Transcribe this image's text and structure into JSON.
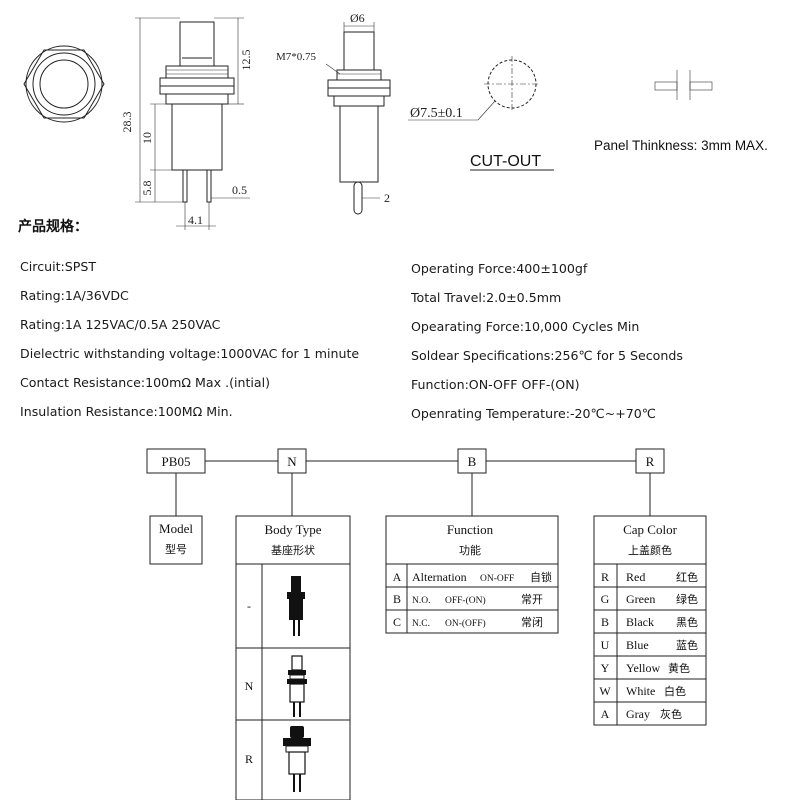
{
  "drawing": {
    "dims_left": {
      "total_height": "28.3",
      "top_height": "12.5",
      "body_height": "10",
      "terminal_height": "5.8",
      "pin_width": "0.5",
      "pin_pitch": "4.1"
    },
    "dims_side": {
      "cap_diameter": "Ø6",
      "thread": "M7*0.75",
      "terminal_width": "2"
    },
    "cutout": {
      "diameter": "Ø7.5±0.1",
      "label": "CUT-OUT"
    },
    "panel_note": "Panel Thinkness: 3mm MAX."
  },
  "specs": {
    "heading": "产品规格：",
    "left": [
      "Circuit:SPST",
      "Rating:1A/36VDC",
      "Rating:1A 125VAC/0.5A 250VAC",
      "Dielectric withstanding voltage:1000VAC for 1 minute",
      "Contact Resistance:100mΩ Max .(intial)",
      "Insulation Resistance:100MΩ Min."
    ],
    "right": [
      "Operating Force:400±100gf",
      "Total Travel:2.0±0.5mm",
      "Opearating Force:10,000 Cycles Min",
      "Soldear Specifications:256℃ for 5 Seconds",
      "Function:ON-OFF   OFF-(ON)",
      "Openrating Temperature:-20℃~+70℃"
    ]
  },
  "ordering": {
    "code": [
      "PB05",
      "N",
      "B",
      "R"
    ],
    "model": {
      "en": "Model",
      "cn": "型号"
    },
    "body_type": {
      "title_en": "Body Type",
      "title_cn": "基座形状",
      "rows": [
        "-",
        "N",
        "R"
      ]
    },
    "function": {
      "title_en": "Function",
      "title_cn": "功能",
      "rows": [
        {
          "code": "A",
          "name": "Alternation",
          "mode": "ON-OFF",
          "cn": "自锁"
        },
        {
          "code": "B",
          "name": "N.O.",
          "mode": "OFF-(ON)",
          "cn": "常开"
        },
        {
          "code": "C",
          "name": "N.C.",
          "mode": "ON-(OFF)",
          "cn": "常闭"
        }
      ]
    },
    "cap_color": {
      "title_en": "Cap Color",
      "title_cn": "上盖颜色",
      "rows": [
        {
          "code": "R",
          "en": "Red",
          "cn": "红色"
        },
        {
          "code": "G",
          "en": "Green",
          "cn": "绿色"
        },
        {
          "code": "B",
          "en": "Black",
          "cn": "黑色"
        },
        {
          "code": "U",
          "en": "Blue",
          "cn": "蓝色"
        },
        {
          "code": "Y",
          "en": "Yellow",
          "cn": "黄色"
        },
        {
          "code": "W",
          "en": "White",
          "cn": "白色"
        },
        {
          "code": "A",
          "en": "Gray",
          "cn": "灰色"
        }
      ]
    }
  }
}
